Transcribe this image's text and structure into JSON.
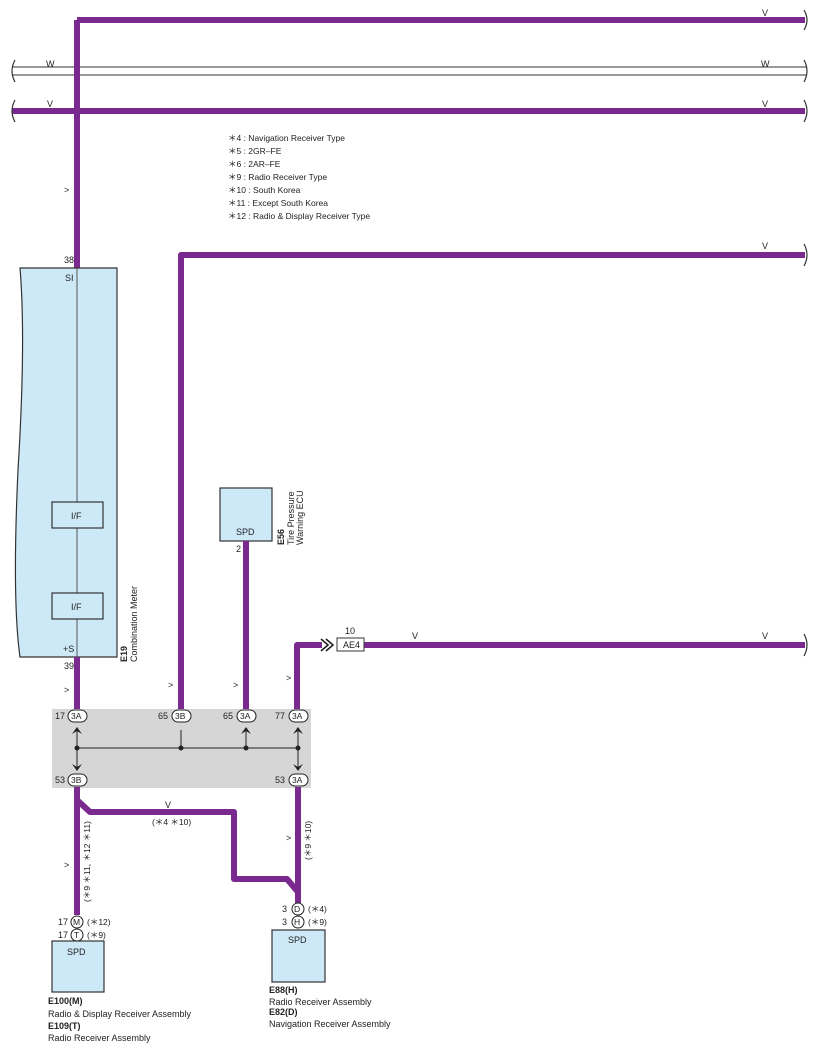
{
  "colors": {
    "wire_violet": "#7a2a8e",
    "component_fill": "#cde9f8",
    "junction_fill": "#d6d6d6",
    "outline": "#333333"
  },
  "wires": {
    "v": "V",
    "w": "W",
    "arrow": ">",
    "arrow_vertical": "V"
  },
  "notes": [
    "＊4 : Navigation Receiver Type",
    "＊5 : 2GR–FE",
    "＊6 : 2AR–FE",
    "＊9 : Radio Receiver Type",
    "＊10 : South Korea",
    "＊11 : Except South Korea",
    "＊12 : Radio & Display Receiver Type"
  ],
  "meter": {
    "code": "E19",
    "name": "Combination Meter",
    "pin_top": "38",
    "term_top": "SI",
    "iface": "I/F",
    "pin_bottom": "39",
    "term_bottom": "+S"
  },
  "tpms": {
    "code": "E56",
    "name_line1": "Tire Pressure",
    "name_line2": "Warning ECU",
    "term": "SPD",
    "pin": "2"
  },
  "ae4": {
    "pin": "10",
    "label": "AE4"
  },
  "junction": {
    "top": [
      {
        "pin": "17",
        "conn": "3A"
      },
      {
        "pin": "65",
        "conn": "3B"
      },
      {
        "pin": "65",
        "conn": "3A"
      },
      {
        "pin": "77",
        "conn": "3A"
      }
    ],
    "bottom": [
      {
        "pin": "53",
        "conn": "3B"
      },
      {
        "pin": "53",
        "conn": "3A"
      }
    ]
  },
  "branch_notes": {
    "mid": "(＊4 ＊10)",
    "left_vertical": "(＊9 ＊11, ＊12 ＊11)",
    "right_vertical": "(＊9 ＊10)"
  },
  "receiver_left": {
    "pin1": "17",
    "conn1": "M",
    "cond1": "(＊12)",
    "pin2": "17",
    "conn2": "T",
    "cond2": "(＊9)",
    "term": "SPD",
    "code1": "E100(M)",
    "name1": "Radio & Display Receiver Assembly",
    "code2": "E109(T)",
    "name2": "Radio Receiver Assembly"
  },
  "receiver_right": {
    "pin1": "3",
    "conn1": "D",
    "cond1": "(＊4)",
    "pin2": "3",
    "conn2": "H",
    "cond2": "(＊9)",
    "term": "SPD",
    "code1": "E88(H)",
    "name1": "Radio Receiver Assembly",
    "code2": "E82(D)",
    "name2": "Navigation Receiver Assembly"
  }
}
